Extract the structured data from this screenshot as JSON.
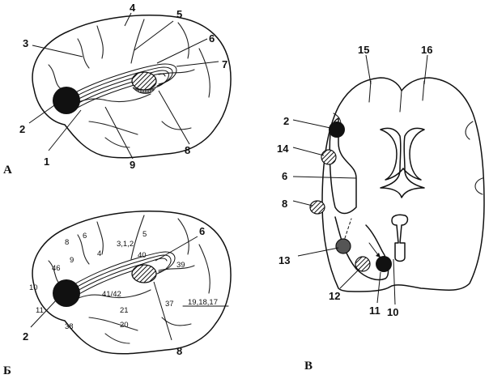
{
  "panels": {
    "a": {
      "letter": "A",
      "labels": [
        "1",
        "2",
        "3",
        "4",
        "5",
        "6",
        "7",
        "8",
        "9"
      ]
    },
    "b": {
      "letter": "Б",
      "labels": [
        "2",
        "6",
        "8"
      ],
      "areas": [
        "8",
        "6",
        "4",
        "3,1,2",
        "5",
        "46",
        "9",
        "40",
        "39",
        "10",
        "41/42",
        "11",
        "21",
        "37",
        "19,18,17",
        "38",
        "20"
      ]
    },
    "c": {
      "letter": "В",
      "labels": [
        "2",
        "6",
        "8",
        "10",
        "11",
        "12",
        "13",
        "14",
        "15",
        "16"
      ]
    }
  }
}
